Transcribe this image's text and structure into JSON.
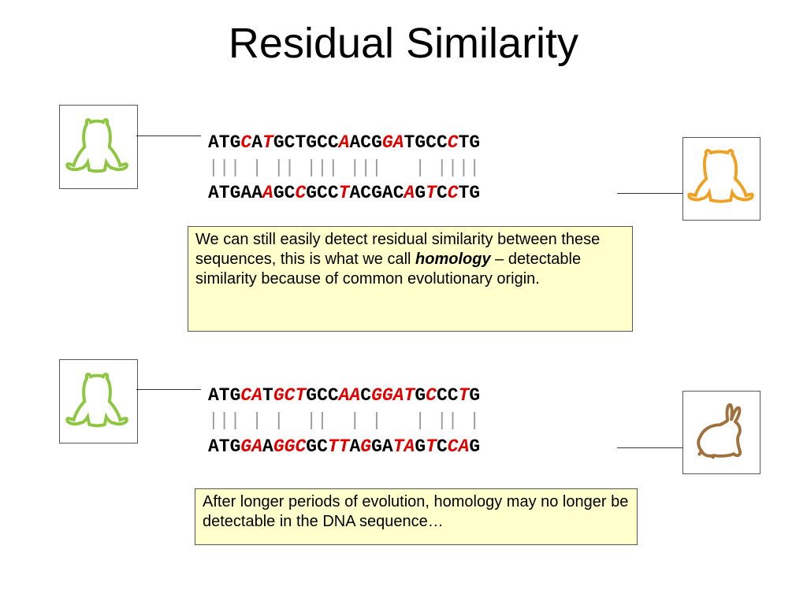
{
  "title": "Residual Similarity",
  "colors": {
    "mismatch": "#e00000",
    "frog_green": "#8dc63f",
    "frog_orange": "#f0a020",
    "rabbit_brown": "#a0703c",
    "match_bars": "#9a9a9a",
    "note_bg": "#ffffcc"
  },
  "panel1": {
    "top_animal": "frog-icon",
    "bottom_animal": "frog-icon",
    "seq1": [
      "ATG",
      "C",
      "A",
      "T",
      "GCTGCC",
      "A",
      "ACG",
      "GA",
      "TGCC",
      "C",
      "TG"
    ],
    "bars": "||| | || ||| |||   | ||||",
    "seq2": [
      "ATGAA",
      "A",
      "GC",
      "C",
      "GCC",
      "T",
      "ACGAC",
      "A",
      "G",
      "T",
      "C",
      "C",
      "TG"
    ],
    "note_part1": "We can still easily detect residual similarity between these sequences, this is what we call ",
    "note_em": "homology",
    "note_part2": " – detectable similarity because of common evolutionary origin."
  },
  "panel2": {
    "top_animal": "frog-icon",
    "bottom_animal": "rabbit-icon",
    "seq1": [
      "ATG",
      "CA",
      "T",
      "GC",
      "T",
      "GCC",
      "AA",
      "C",
      "G",
      "GAT",
      "G",
      "C",
      "CC",
      "T",
      "G"
    ],
    "bars": "||| | |  ||  | |   | || |",
    "seq2": [
      "ATG",
      "GA",
      "A",
      "G",
      "GC",
      "GC",
      "TT",
      "A",
      "G",
      "GA",
      "TA",
      "G",
      "T",
      "C",
      "CA",
      "G"
    ],
    "note": "After longer periods of evolution, homology may no longer be detectable in the DNA sequence…"
  }
}
